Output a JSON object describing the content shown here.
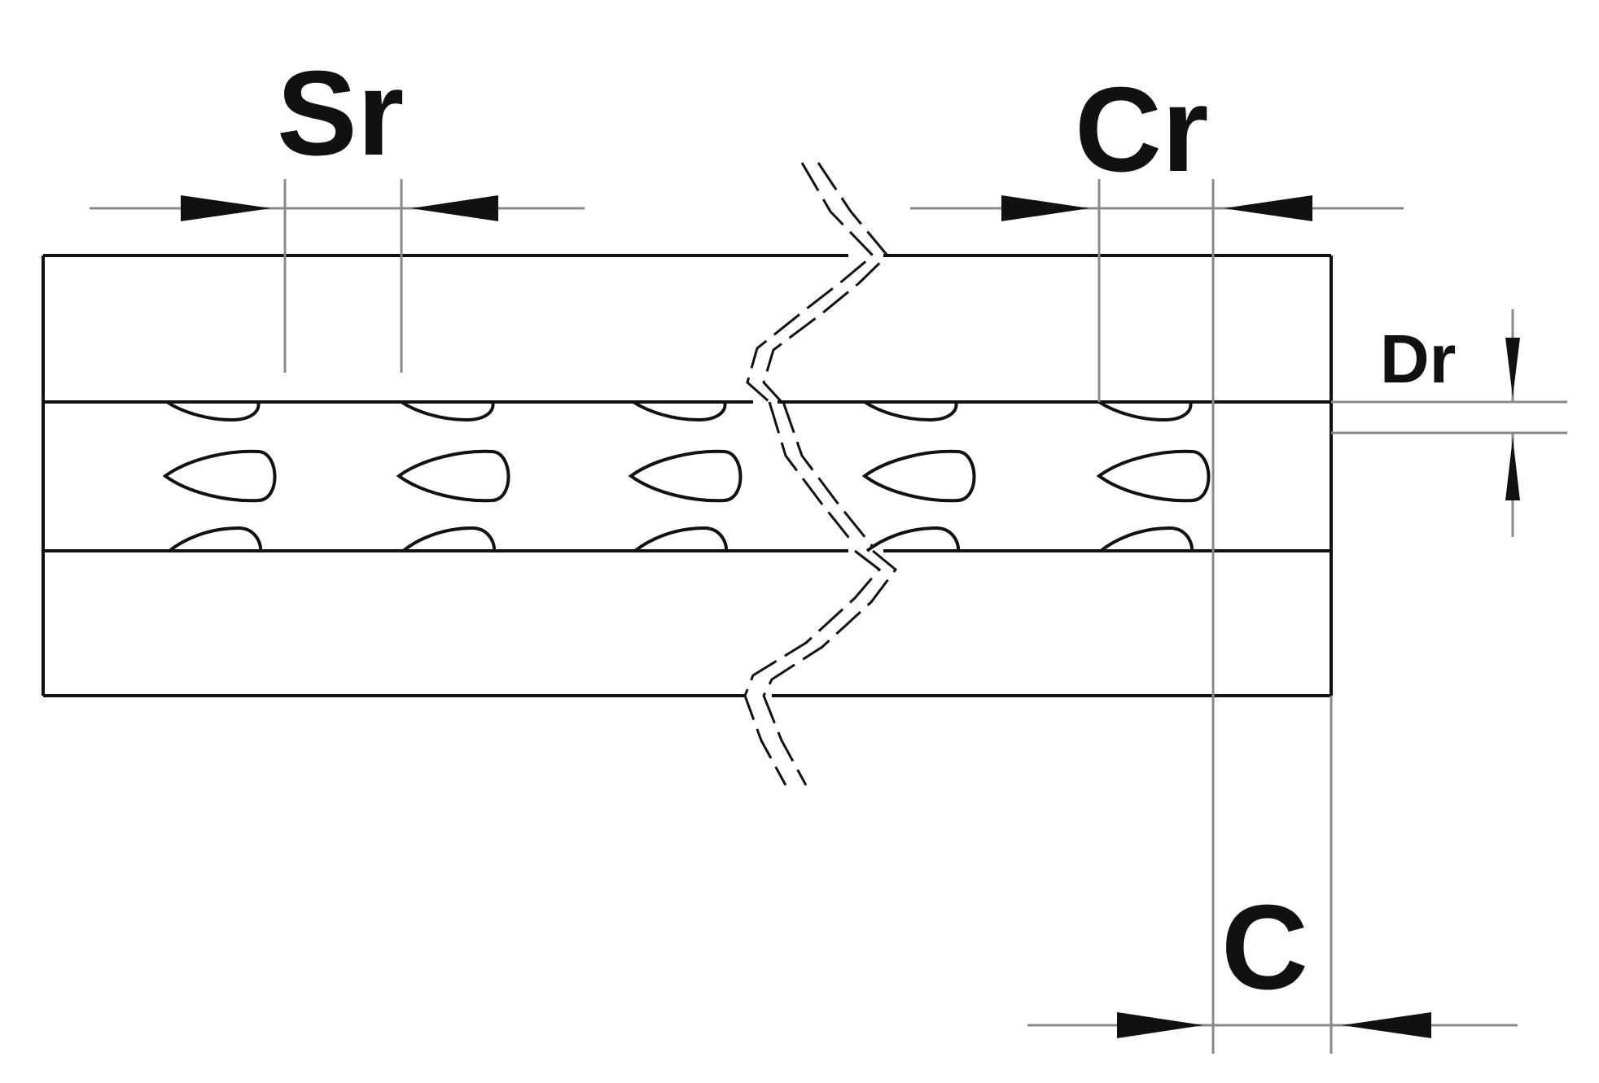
{
  "labels": {
    "sr": "Sr",
    "cr": "Cr",
    "dr": "Dr",
    "c": "C"
  },
  "colors": {
    "outline": "#111111",
    "dimension": "#888888",
    "background": "#ffffff"
  },
  "icons": {
    "break_line": "zigzag-break-icon",
    "arrowhead": "arrowhead-icon",
    "teardrop_rib": "teardrop-rib-icon"
  }
}
